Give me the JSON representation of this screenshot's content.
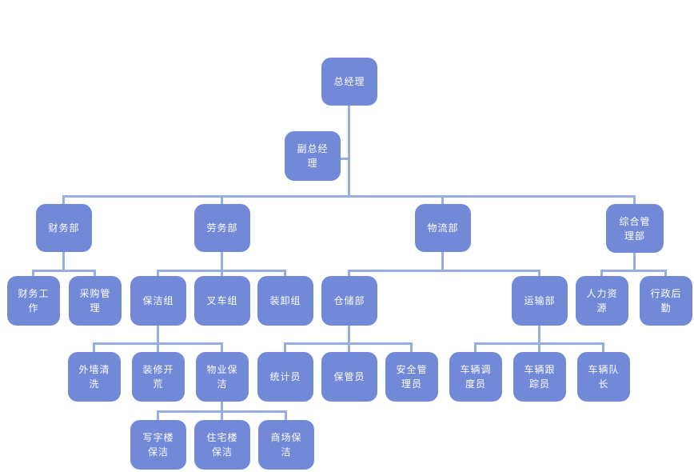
{
  "chart": {
    "type": "org-chart",
    "colors": {
      "node_fill": "#7289d8",
      "node_text": "#ffffff",
      "connector": "#98aee2",
      "background": "#ffffff"
    },
    "nodes": {
      "general_manager": "总经理",
      "deputy_general_manager": "副总经理",
      "finance_dept": "财务部",
      "labor_dept": "劳务部",
      "logistics_dept": "物流部",
      "general_mgmt_dept": "综合管理部",
      "finance_work": "财务工作",
      "procurement_mgmt": "采购管理",
      "cleaning_team": "保洁组",
      "forklift_team": "叉车组",
      "loading_team": "装卸组",
      "warehouse_dept": "仓储部",
      "transport_dept": "运输部",
      "human_resources": "人力资源",
      "admin_logistics": "行政后勤",
      "exterior_wall_cleaning": "外墙清洗",
      "renovation_cleaning": "装修开荒",
      "property_cleaning": "物业保洁",
      "statistician": "统计员",
      "storekeeper": "保管员",
      "safety_manager": "安全管理员",
      "vehicle_dispatcher": "车辆调度员",
      "vehicle_tracker": "车辆跟踪员",
      "vehicle_team_leader": "车辆队长",
      "office_building_cleaning": "写字楼保洁",
      "residential_building_cleaning": "住宅楼保洁",
      "mall_cleaning": "商场保洁"
    },
    "edges": [
      {
        "from": "general_manager",
        "to": "deputy_general_manager",
        "type": "assistant"
      },
      {
        "from": "general_manager",
        "to": "finance_dept"
      },
      {
        "from": "general_manager",
        "to": "labor_dept"
      },
      {
        "from": "general_manager",
        "to": "logistics_dept"
      },
      {
        "from": "general_manager",
        "to": "general_mgmt_dept"
      },
      {
        "from": "finance_dept",
        "to": "finance_work"
      },
      {
        "from": "finance_dept",
        "to": "procurement_mgmt"
      },
      {
        "from": "labor_dept",
        "to": "cleaning_team"
      },
      {
        "from": "labor_dept",
        "to": "forklift_team"
      },
      {
        "from": "labor_dept",
        "to": "loading_team"
      },
      {
        "from": "logistics_dept",
        "to": "warehouse_dept"
      },
      {
        "from": "logistics_dept",
        "to": "transport_dept"
      },
      {
        "from": "general_mgmt_dept",
        "to": "human_resources"
      },
      {
        "from": "general_mgmt_dept",
        "to": "admin_logistics"
      },
      {
        "from": "cleaning_team",
        "to": "exterior_wall_cleaning"
      },
      {
        "from": "cleaning_team",
        "to": "renovation_cleaning"
      },
      {
        "from": "cleaning_team",
        "to": "property_cleaning"
      },
      {
        "from": "warehouse_dept",
        "to": "statistician"
      },
      {
        "from": "warehouse_dept",
        "to": "storekeeper"
      },
      {
        "from": "warehouse_dept",
        "to": "safety_manager"
      },
      {
        "from": "transport_dept",
        "to": "vehicle_dispatcher"
      },
      {
        "from": "transport_dept",
        "to": "vehicle_tracker"
      },
      {
        "from": "transport_dept",
        "to": "vehicle_team_leader"
      },
      {
        "from": "property_cleaning",
        "to": "office_building_cleaning"
      },
      {
        "from": "property_cleaning",
        "to": "residential_building_cleaning"
      },
      {
        "from": "property_cleaning",
        "to": "mall_cleaning"
      }
    ]
  }
}
